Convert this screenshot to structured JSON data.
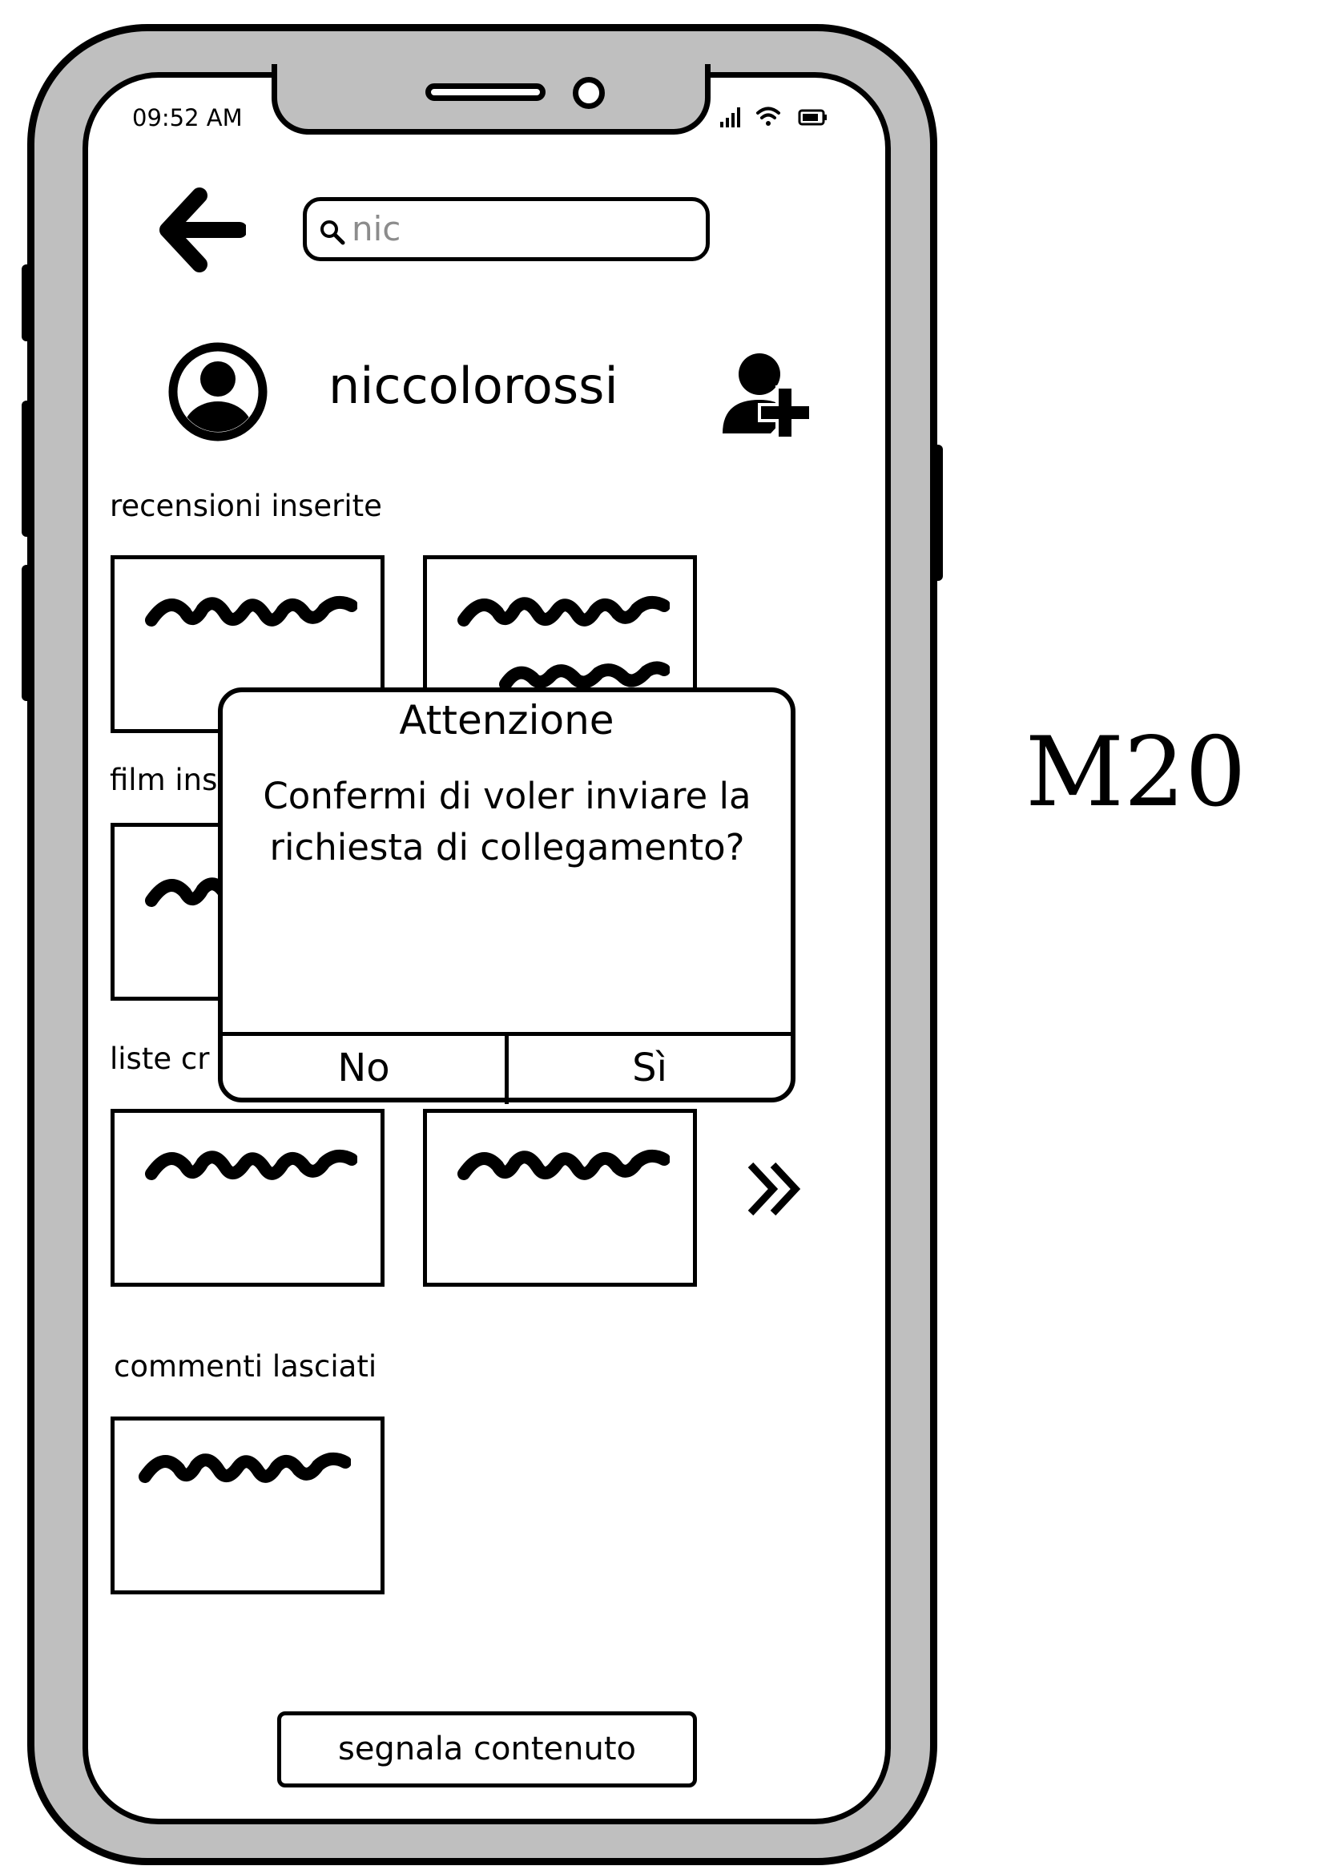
{
  "status_bar": {
    "time": "09:52 AM"
  },
  "search": {
    "value": "nic"
  },
  "profile": {
    "username": "niccolorossi"
  },
  "sections": {
    "reviews": "recensioni inserite",
    "films": "film ins",
    "lists": "liste cr",
    "comments": "commenti lasciati"
  },
  "dialog": {
    "title": "Attenzione",
    "message_line1": "Confermi di voler inviare la",
    "message_line2": "richiesta di collegamento?",
    "no_label": "No",
    "yes_label": "Sì"
  },
  "footer": {
    "report_label": "segnala contenuto"
  },
  "screen_code": "M20"
}
